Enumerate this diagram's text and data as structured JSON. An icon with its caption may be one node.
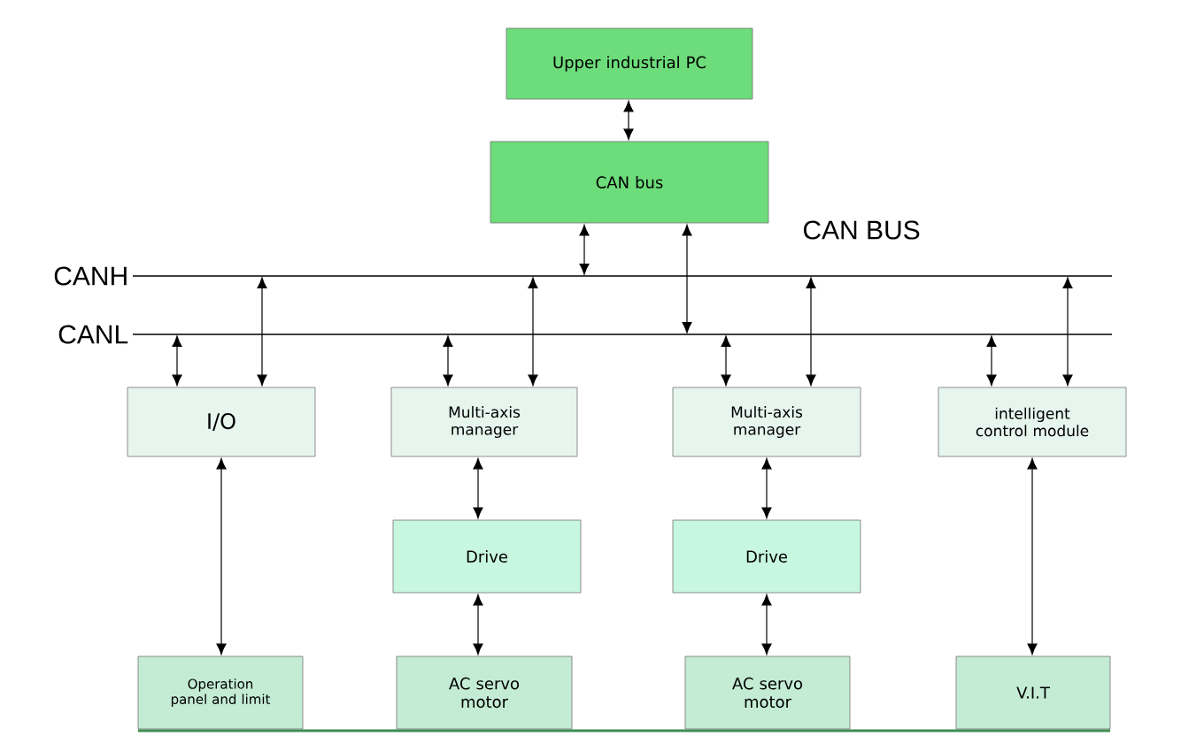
{
  "diagram": {
    "nodes": [
      {
        "text": [
          "Upper industrial PC"
        ]
      },
      {
        "text": [
          "CAN bus"
        ]
      },
      {
        "text": [
          "CANH"
        ]
      },
      {
        "text": [
          "CANL"
        ]
      },
      {
        "text": [
          "I/O"
        ]
      },
      {
        "text": [
          "Multi-axis manager"
        ]
      },
      {
        "text": [
          "Multi-axis manager"
        ]
      },
      {
        "text": [
          "intelligent control module"
        ]
      },
      {
        "text": [
          "Drive"
        ]
      },
      {
        "text": [
          "Drive"
        ]
      },
      {
        "text": [
          "Operation panel and limit"
        ]
      },
      {
        "text": [
          "AC servo motor"
        ]
      },
      {
        "text": [
          "AC servo motor"
        ]
      },
      {
        "text": [
          "V.I.T"
        ]
      }
    ],
    "edges": [
      {
        "from": 0,
        "to": 1,
        "arrow": "both"
      },
      {
        "from": 1,
        "to": 2,
        "arrow": "both"
      },
      {
        "from": 1,
        "to": 3,
        "arrow": "both"
      },
      {
        "from": 3,
        "to": 4,
        "arrow": "both"
      },
      {
        "from": 2,
        "to": 4,
        "arrow": "both"
      },
      {
        "from": 3,
        "to": 5,
        "arrow": "both"
      },
      {
        "from": 2,
        "to": 5,
        "arrow": "both"
      },
      {
        "from": 3,
        "to": 6,
        "arrow": "both"
      },
      {
        "from": 2,
        "to": 6,
        "arrow": "both"
      },
      {
        "from": 3,
        "to": 7,
        "arrow": "both"
      },
      {
        "from": 2,
        "to": 7,
        "arrow": "both"
      },
      {
        "from": 4,
        "to": 10,
        "arrow": "both"
      },
      {
        "from": 5,
        "to": 8,
        "arrow": "both"
      },
      {
        "from": 8,
        "to": 11,
        "arrow": "both"
      },
      {
        "from": 6,
        "to": 9,
        "arrow": "both"
      },
      {
        "from": 9,
        "to": 12,
        "arrow": "both"
      },
      {
        "from": 7,
        "to": 13,
        "arrow": "both"
      }
    ],
    "labels": [
      "CAN BUS"
    ]
  }
}
